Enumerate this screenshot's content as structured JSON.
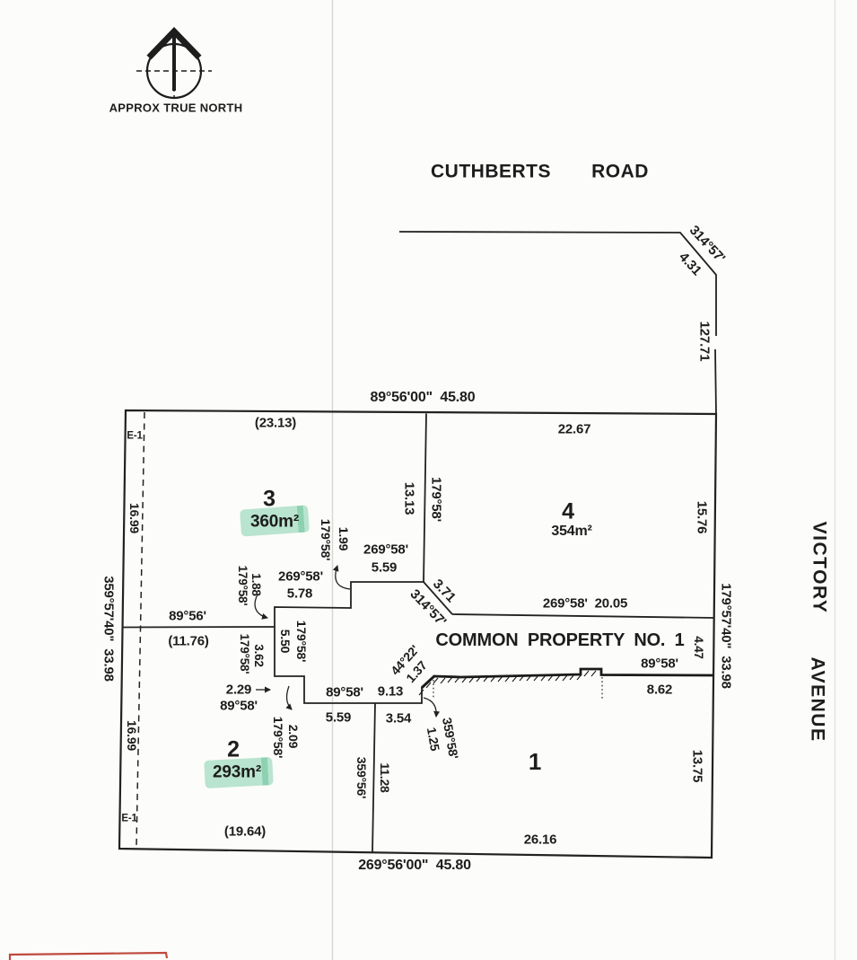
{
  "north": {
    "caption": "APPROX TRUE NORTH"
  },
  "roads": {
    "top_word1": "CUTHBERTS",
    "top_word2": "ROAD",
    "right_word1": "VICTORY",
    "right_word2": "AVENUE"
  },
  "lots": {
    "lot1": {
      "number": "1"
    },
    "lot2": {
      "number": "2",
      "area": "293m²"
    },
    "lot3": {
      "number": "3",
      "area": "360m²"
    },
    "lot4": {
      "number": "4",
      "area": "354m²"
    }
  },
  "common_property": {
    "label": "COMMON PROPERTY NO. 1"
  },
  "easement": {
    "e1_top": "E-1",
    "e1_bottom": "E-1"
  },
  "labels": {
    "corner_brg": "314°57'",
    "corner_dist": "4.31",
    "frontage_dist": "127.71",
    "top_brg_dist": "89°56'00\"  45.80",
    "lot3_top_dist": "(23.13)",
    "lot4_top_dist": "22.67",
    "w_1699_top": "16.99",
    "w_1699_bot": "16.99",
    "left_brg_dist": "359°57'40\"  33.98",
    "right_brg_dist": "179°57'40\"  33.98",
    "div34_dist": "13.13",
    "div34_brg": "179°58'",
    "lot4_right_dist": "15.76",
    "s199_brg": "179°58'",
    "s199_dist": "1.99",
    "s559_brg": "269°58'",
    "s559_dist": "5.59",
    "s578_brg": "269°58'",
    "s578_dist": "5.78",
    "s188_brg": "179°58'",
    "s188_dist": "1.88",
    "diag_dist": "3.71",
    "diag_brg": "314°57'",
    "cp_north_brg_dist": "269°58'  20.05",
    "lot23_brg": "89°56'",
    "lot23_dist": "(11.76)",
    "s550_dist": "5.50",
    "s550_brg": "179°58'",
    "s362_brg": "179°58'",
    "s362_dist": "3.62",
    "s229_dist": "2.29",
    "s229_brg": "89°58'",
    "s913_brg": "89°58'",
    "s913_dist": "9.13",
    "s559b_dist": "5.59",
    "s354_dist": "3.54",
    "s137_brg": "44°22'",
    "s137_dist": "1.37",
    "cp_right_dist": "4.47",
    "s862_brg": "89°58'",
    "s862_dist": "8.62",
    "s125_brg": "359°58'",
    "s125_dist": "1.25",
    "s209_dist": "2.09",
    "s209_brg": "179°58'",
    "div12_brg": "359°56'",
    "div12_dist": "11.28",
    "lot1_bot_dist": "26.16",
    "lot2_bot_dist": "(19.64)",
    "bot_brg_dist": "269°56'00\"  45.80",
    "lot1_right_dist": "13.75"
  },
  "colors": {
    "line": "#222222",
    "highlight_green": "#b9e4cf",
    "highlight_green_dark": "#8ed1b0",
    "stamp_red": "#bf4a3e",
    "paper": "#fcfcfa"
  }
}
